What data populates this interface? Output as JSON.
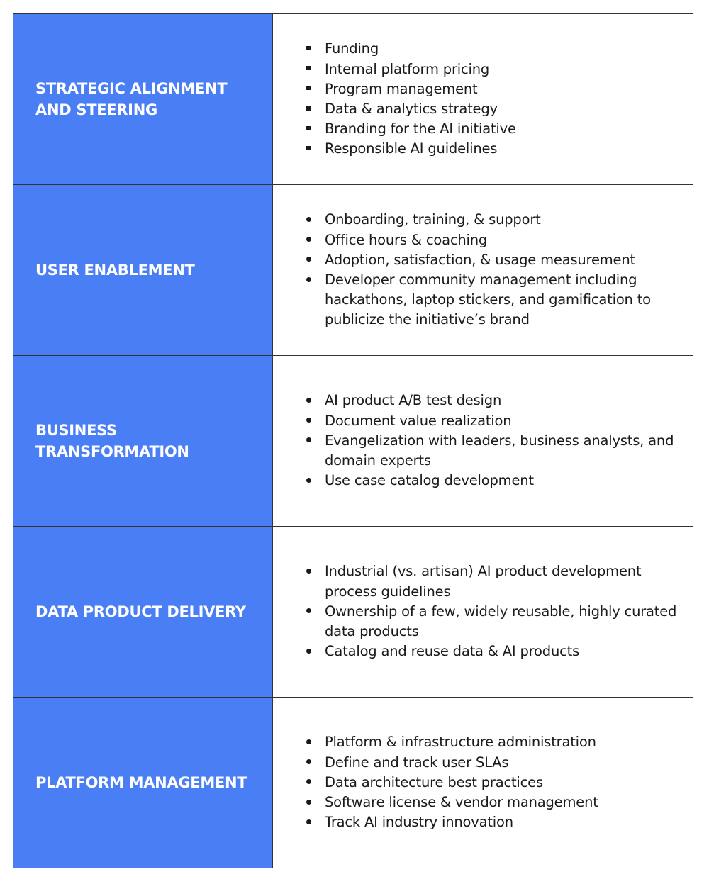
{
  "rows": [
    {
      "title": "STRATEGIC ALIGNMENT AND STEERING",
      "bullet_style": "square",
      "items": [
        "Funding",
        "Internal platform pricing",
        "Program management",
        "Data & analytics strategy",
        "Branding for the AI initiative",
        "Responsible AI guidelines"
      ]
    },
    {
      "title": "USER ENABLEMENT",
      "bullet_style": "disc",
      "items": [
        "Onboarding, training, & support",
        "Office hours & coaching",
        "Adoption, satisfaction, & usage measurement",
        "Developer community management including hackathons, laptop stickers, and gamification to publicize the initiative’s brand"
      ]
    },
    {
      "title": "BUSINESS TRANSFORMATION",
      "bullet_style": "disc",
      "items": [
        "AI product A/B test design",
        "Document value realization",
        "Evangelization with leaders, business analysts, and domain experts",
        "Use case catalog development"
      ]
    },
    {
      "title": "DATA PRODUCT DELIVERY",
      "bullet_style": "disc",
      "items": [
        "Industrial (vs. artisan) AI product development process guidelines",
        "Ownership of a few, widely reusable, highly curated data products",
        "Catalog and reuse data & AI products"
      ]
    },
    {
      "title": "PLATFORM MANAGEMENT",
      "bullet_style": "disc",
      "items": [
        "Platform & infrastructure administration",
        "Define and track user SLAs",
        "Data architecture best practices",
        "Software license & vendor management",
        "Track AI industry innovation"
      ]
    }
  ],
  "colors": {
    "label_bg": "#4a7ef5",
    "label_text": "#ffffff",
    "border": "#333333",
    "body_text": "#1a1a1a"
  }
}
